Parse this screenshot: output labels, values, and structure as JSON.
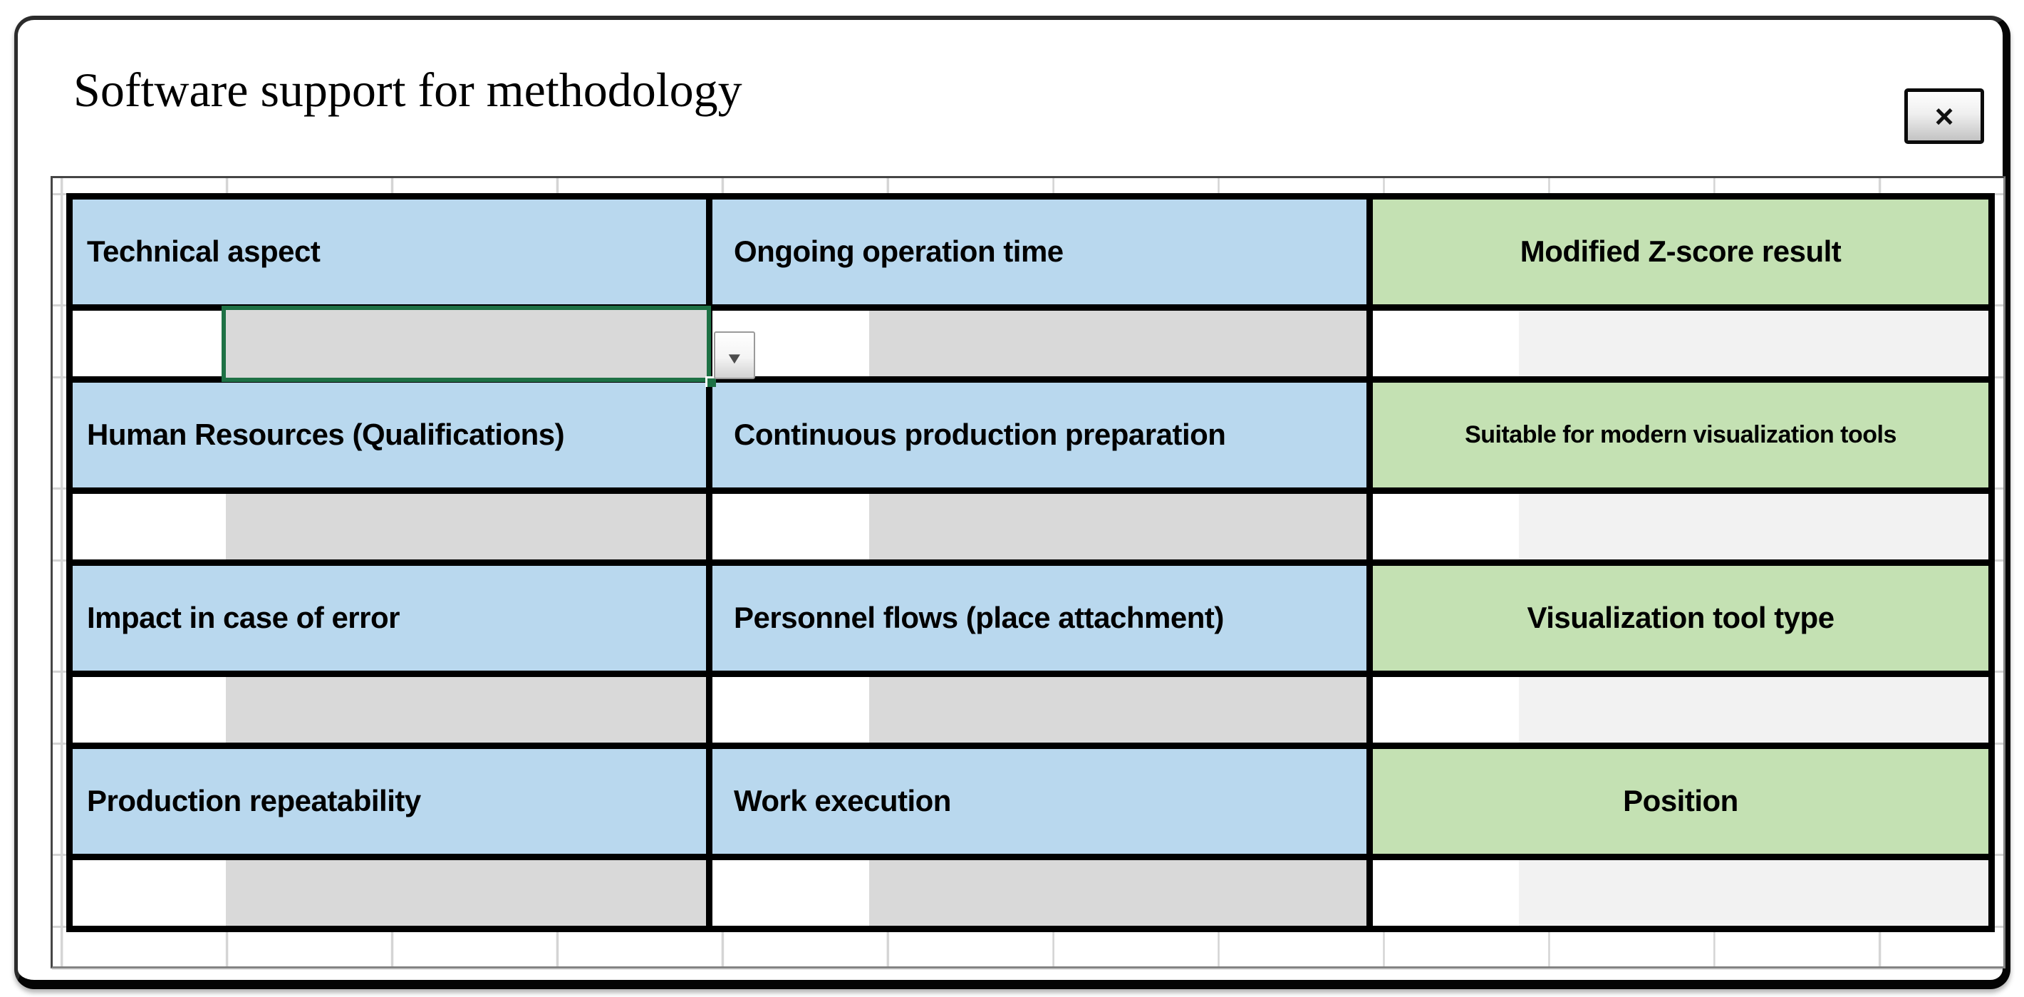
{
  "colors": {
    "header_blue": "#B9D8EE",
    "header_green": "#C4E1B3",
    "input_gray": "#D9D9D9",
    "result_gray": "#F2F2F2",
    "selection_green": "#1E7145",
    "border_black": "#000000"
  },
  "window": {
    "title": "Software support for methodology"
  },
  "close_button": {
    "icon": "×"
  },
  "dropdown": {
    "icon": "▼"
  },
  "table": {
    "rows": [
      {
        "headers": [
          "Technical aspect",
          "Ongoing operation time",
          "Modified Z-score result"
        ]
      },
      {
        "headers": [
          "Human Resources (Qualifications)",
          "Continuous production preparation",
          "Suitable for modern visualization tools"
        ]
      },
      {
        "headers": [
          "Impact in case of error",
          "Personnel flows (place attachment)",
          "Visualization tool type"
        ]
      },
      {
        "headers": [
          "Production repeatability",
          "Work execution",
          "Position"
        ]
      }
    ]
  }
}
